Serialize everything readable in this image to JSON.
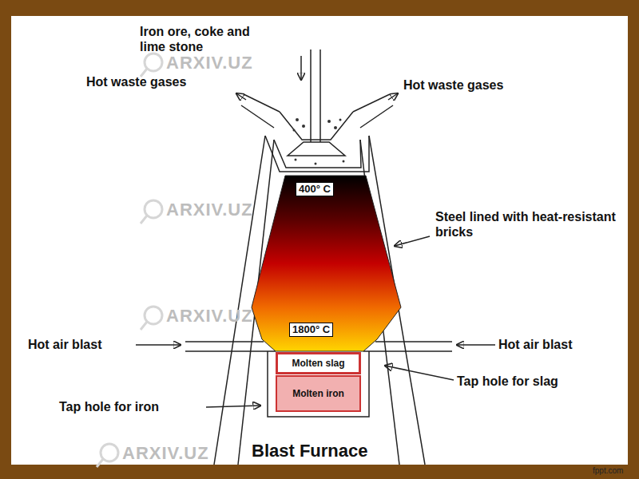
{
  "diagram": {
    "caption": "Blast Furnace",
    "nodes": [
      {
        "text": [
          "Molten slag"
        ]
      },
      {
        "text": [
          "Molten iron"
        ]
      }
    ],
    "labels": [
      "Iron ore, coke and lime stone",
      "Hot waste gases",
      "Hot waste gases",
      "400° C",
      "Steel lined with heat-resistant bricks",
      "1800° C",
      "Hot air blast",
      "Hot air blast",
      "Tap hole for slag",
      "Tap hole for iron",
      "ARXIV.UZ",
      "ARXIV.UZ",
      "ARXIV.UZ",
      "ARXIV.UZ",
      "fppt.com"
    ]
  }
}
